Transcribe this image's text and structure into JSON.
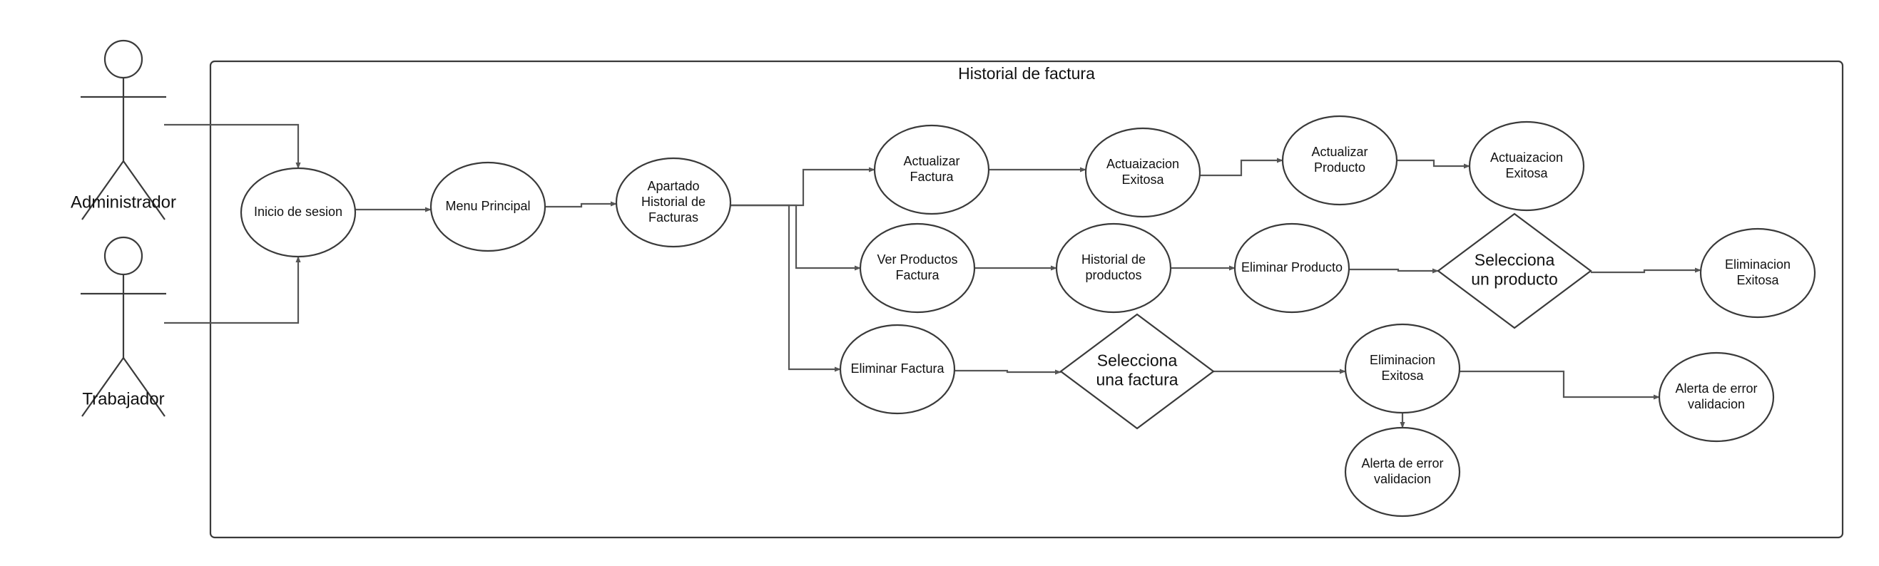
{
  "diagram": {
    "title": "Historial de factura"
  },
  "actors": [
    {
      "id": "admin",
      "label": "Administrador"
    },
    {
      "id": "worker",
      "label": "Trabajador"
    }
  ],
  "nodes": [
    {
      "id": "inicio",
      "type": "ellipse",
      "lines": [
        "Inicio de sesion"
      ]
    },
    {
      "id": "menu",
      "type": "ellipse",
      "lines": [
        "Menu Principal"
      ]
    },
    {
      "id": "apartado",
      "type": "ellipse",
      "lines": [
        "Apartado",
        "Historial de",
        "Facturas"
      ]
    },
    {
      "id": "actFactura",
      "type": "ellipse",
      "lines": [
        "Actualizar",
        "Factura"
      ]
    },
    {
      "id": "actExitosa1",
      "type": "ellipse",
      "lines": [
        "Actuaizacion",
        "Exitosa"
      ]
    },
    {
      "id": "actProducto",
      "type": "ellipse",
      "lines": [
        "Actualizar",
        "Producto"
      ]
    },
    {
      "id": "actExitosa2",
      "type": "ellipse",
      "lines": [
        "Actuaizacion",
        "Exitosa"
      ]
    },
    {
      "id": "verProductos",
      "type": "ellipse",
      "lines": [
        "Ver Productos",
        "Factura"
      ]
    },
    {
      "id": "histProductos",
      "type": "ellipse",
      "lines": [
        "Historial de",
        "productos"
      ]
    },
    {
      "id": "elimProducto",
      "type": "ellipse",
      "lines": [
        "Eliminar Producto"
      ]
    },
    {
      "id": "selProducto",
      "type": "diamond",
      "lines": [
        "Selecciona",
        "un producto"
      ]
    },
    {
      "id": "elimExitosa1",
      "type": "ellipse",
      "lines": [
        "Eliminacion",
        "Exitosa"
      ]
    },
    {
      "id": "elimFactura",
      "type": "ellipse",
      "lines": [
        "Eliminar Factura"
      ]
    },
    {
      "id": "selFactura",
      "type": "diamond",
      "lines": [
        "Selecciona",
        "una factura"
      ]
    },
    {
      "id": "elimExitosa2",
      "type": "ellipse",
      "lines": [
        "Eliminacion",
        "Exitosa"
      ]
    },
    {
      "id": "alerta1",
      "type": "ellipse",
      "lines": [
        "Alerta de error",
        "validacion"
      ]
    },
    {
      "id": "alerta2",
      "type": "ellipse",
      "lines": [
        "Alerta de error",
        "validacion"
      ]
    }
  ],
  "edges": [
    {
      "from": "admin",
      "to": "inicio"
    },
    {
      "from": "worker",
      "to": "inicio"
    },
    {
      "from": "inicio",
      "to": "menu"
    },
    {
      "from": "menu",
      "to": "apartado"
    },
    {
      "from": "apartado",
      "to": "actFactura"
    },
    {
      "from": "apartado",
      "to": "verProductos"
    },
    {
      "from": "apartado",
      "to": "elimFactura"
    },
    {
      "from": "actFactura",
      "to": "actExitosa1"
    },
    {
      "from": "actExitosa1",
      "to": "actProducto"
    },
    {
      "from": "actProducto",
      "to": "actExitosa2"
    },
    {
      "from": "verProductos",
      "to": "histProductos"
    },
    {
      "from": "histProductos",
      "to": "elimProducto"
    },
    {
      "from": "elimProducto",
      "to": "selProducto"
    },
    {
      "from": "selProducto",
      "to": "elimExitosa1"
    },
    {
      "from": "elimFactura",
      "to": "selFactura"
    },
    {
      "from": "selFactura",
      "to": "elimExitosa2"
    },
    {
      "from": "elimExitosa2",
      "to": "alerta1"
    },
    {
      "from": "elimExitosa2",
      "to": "alerta2"
    }
  ]
}
